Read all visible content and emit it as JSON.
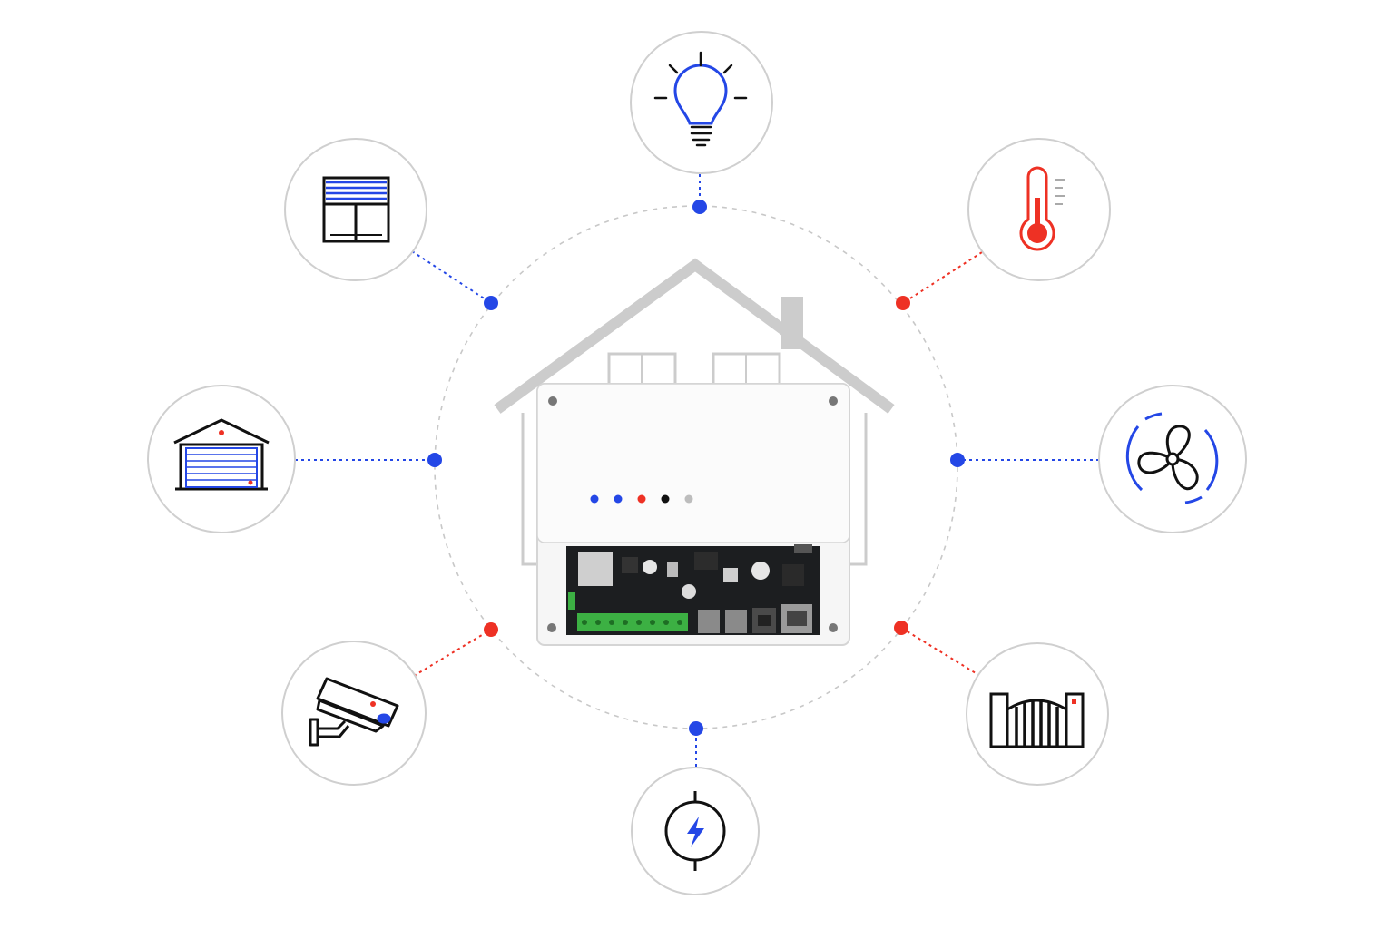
{
  "colors": {
    "blue": "#2447e6",
    "red": "#ee3124",
    "ring": "#c8c8c8",
    "circle": "#cfcfcf",
    "house": "#cccccc",
    "ink": "#111111",
    "board": "#1c1e20",
    "terminal": "#3cb043"
  },
  "hub": {
    "name": "home-controller",
    "status_leds": [
      "#2447e6",
      "#2447e6",
      "#ee3124",
      "#111111",
      "#bdbdbd"
    ]
  },
  "devices": [
    {
      "name": "light-bulb",
      "icon": "light-bulb-icon",
      "link_color": "#2447e6"
    },
    {
      "name": "thermometer",
      "icon": "thermometer-icon",
      "link_color": "#ee3124"
    },
    {
      "name": "fan",
      "icon": "fan-icon",
      "link_color": "#2447e6"
    },
    {
      "name": "gate",
      "icon": "gate-icon",
      "link_color": "#ee3124"
    },
    {
      "name": "power-socket",
      "icon": "power-plug-icon",
      "link_color": "#2447e6"
    },
    {
      "name": "security-camera",
      "icon": "security-camera-icon",
      "link_color": "#ee3124"
    },
    {
      "name": "garage-door",
      "icon": "garage-door-icon",
      "link_color": "#2447e6"
    },
    {
      "name": "window-blinds",
      "icon": "window-blinds-icon",
      "link_color": "#2447e6"
    }
  ]
}
